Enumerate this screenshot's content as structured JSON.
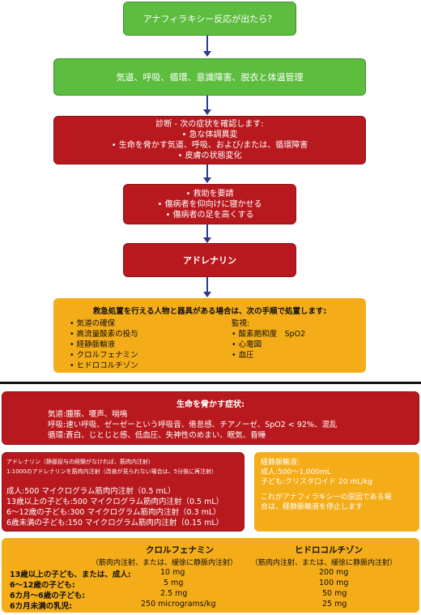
{
  "flow": {
    "step1": "アナフィラキシー反応が出たら？",
    "step2": "気道、呼吸、循環、意識障害、脱衣と体温管理",
    "diagnosis": {
      "heading": "診断 - 次の症状を確認します:",
      "items": [
        "• 急な体調異変",
        "• 生命を脅かす気道、呼吸、および/または、循環障害",
        "• 皮膚の状態変化"
      ]
    },
    "actions": [
      "• 救助を要請",
      "• 傷病者を仰向けに寝かせる",
      "• 傷病者の足を高くする"
    ],
    "adrenaline": "アドレナリン",
    "treatment": {
      "heading": "救急処置を行える人物と器具がある場合は、次の手順で処置します:",
      "left_items": [
        "• 気道の確保",
        "• 高流量酸素の投与",
        "• 経静脈輸液",
        "• クロルフェナミン",
        "• ヒドロコルチゾン"
      ],
      "monitor_heading": "監視:",
      "monitor_items": [
        "• 酸素飽和度　SpO2",
        "• 心電図",
        "• 血圧"
      ]
    }
  },
  "life_threat": {
    "heading": "生命を脅かす症状:",
    "lines": [
      "気道:腫脹、嗄声、喘鳴",
      "呼吸:速い呼吸、ゼーゼーという呼吸音、倦怠感、チアノーゼ、SpO2 < 92%、混乱",
      "循環:蒼白、じとじと感、低血圧、失神性のめまい、眠気、昏睡"
    ]
  },
  "adrenaline_box": {
    "note1": "アドレナリン（静脈投与の経験がなければ、筋肉内注射）",
    "note2": "1:1000のアドレナリンを筋肉内注射（改善が見られない場合は、5分後に再注射）",
    "doses": [
      "成人:500 マイクログラム筋肉内注射（0.5 mL）",
      "13歳以上の子ども:500 マイクログラム筋肉内注射（0.5 mL）",
      "6～12歳の子ども:300 マイクログラム筋肉内注射（0.3 mL）",
      "6歳未満の子ども:150 マイクログラム筋肉内注射（0.15 mL）"
    ]
  },
  "iv_box": {
    "heading": "経静脈輸液:",
    "lines": [
      "成人:500～1,000mL",
      "子ども:クリスタロイド 20 mL/kg"
    ],
    "note": [
      "これがアナフィラキシーの原因である場",
      "合は、経静脈輸液を停止します"
    ]
  },
  "drug_table": {
    "col1_title": "クロルフェナミン",
    "col2_title": "ヒドロコルチゾン",
    "col1_sub": "（筋肉内注射、または、緩徐に静脈内注射）",
    "col2_sub": "（筋肉内注射、または、緩徐に静脈内注射）",
    "rows": [
      {
        "label": "13歳以上の子ども、または、成人:",
        "c1": "10 mg",
        "c2": "200 mg"
      },
      {
        "label": "6～12歳の子ども:",
        "c1": "5 mg",
        "c2": "100 mg"
      },
      {
        "label": "6カ月～6歳の子ども:",
        "c1": "2.5 mg",
        "c2": "50 mg"
      },
      {
        "label": "6カ月未満の乳児:",
        "c1": "250 micrograms/kg",
        "c2": "25 mg"
      }
    ]
  },
  "colors": {
    "green": "#5cbd3e",
    "red": "#b8191e",
    "orange": "#f4ac18",
    "arrow": "#2b3990"
  }
}
